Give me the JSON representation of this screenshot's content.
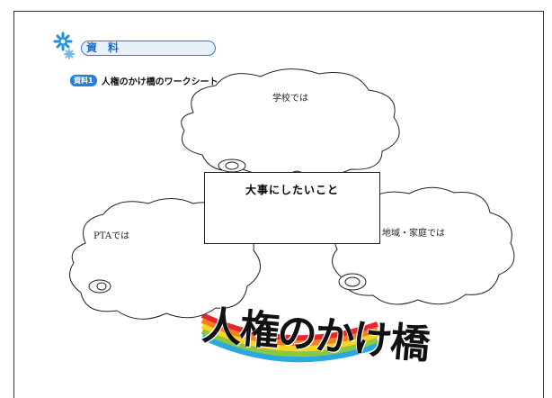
{
  "header": {
    "label": "資料"
  },
  "caption": {
    "badge": "資料1",
    "title": "人権のかけ橋のワークシート"
  },
  "clouds": {
    "school": "学校では",
    "pta": "PTAでは",
    "community": "地域・家庭では"
  },
  "center_box": {
    "title": "大事にしたいこと"
  },
  "big_title": "人権のかけ橋",
  "colors": {
    "accent": "#2a7fd4",
    "rainbow": [
      "#e8262b",
      "#f57f20",
      "#fbd31f",
      "#8dc63f",
      "#29a9e0",
      "#1f4fa3",
      "#8b5fb8"
    ]
  }
}
